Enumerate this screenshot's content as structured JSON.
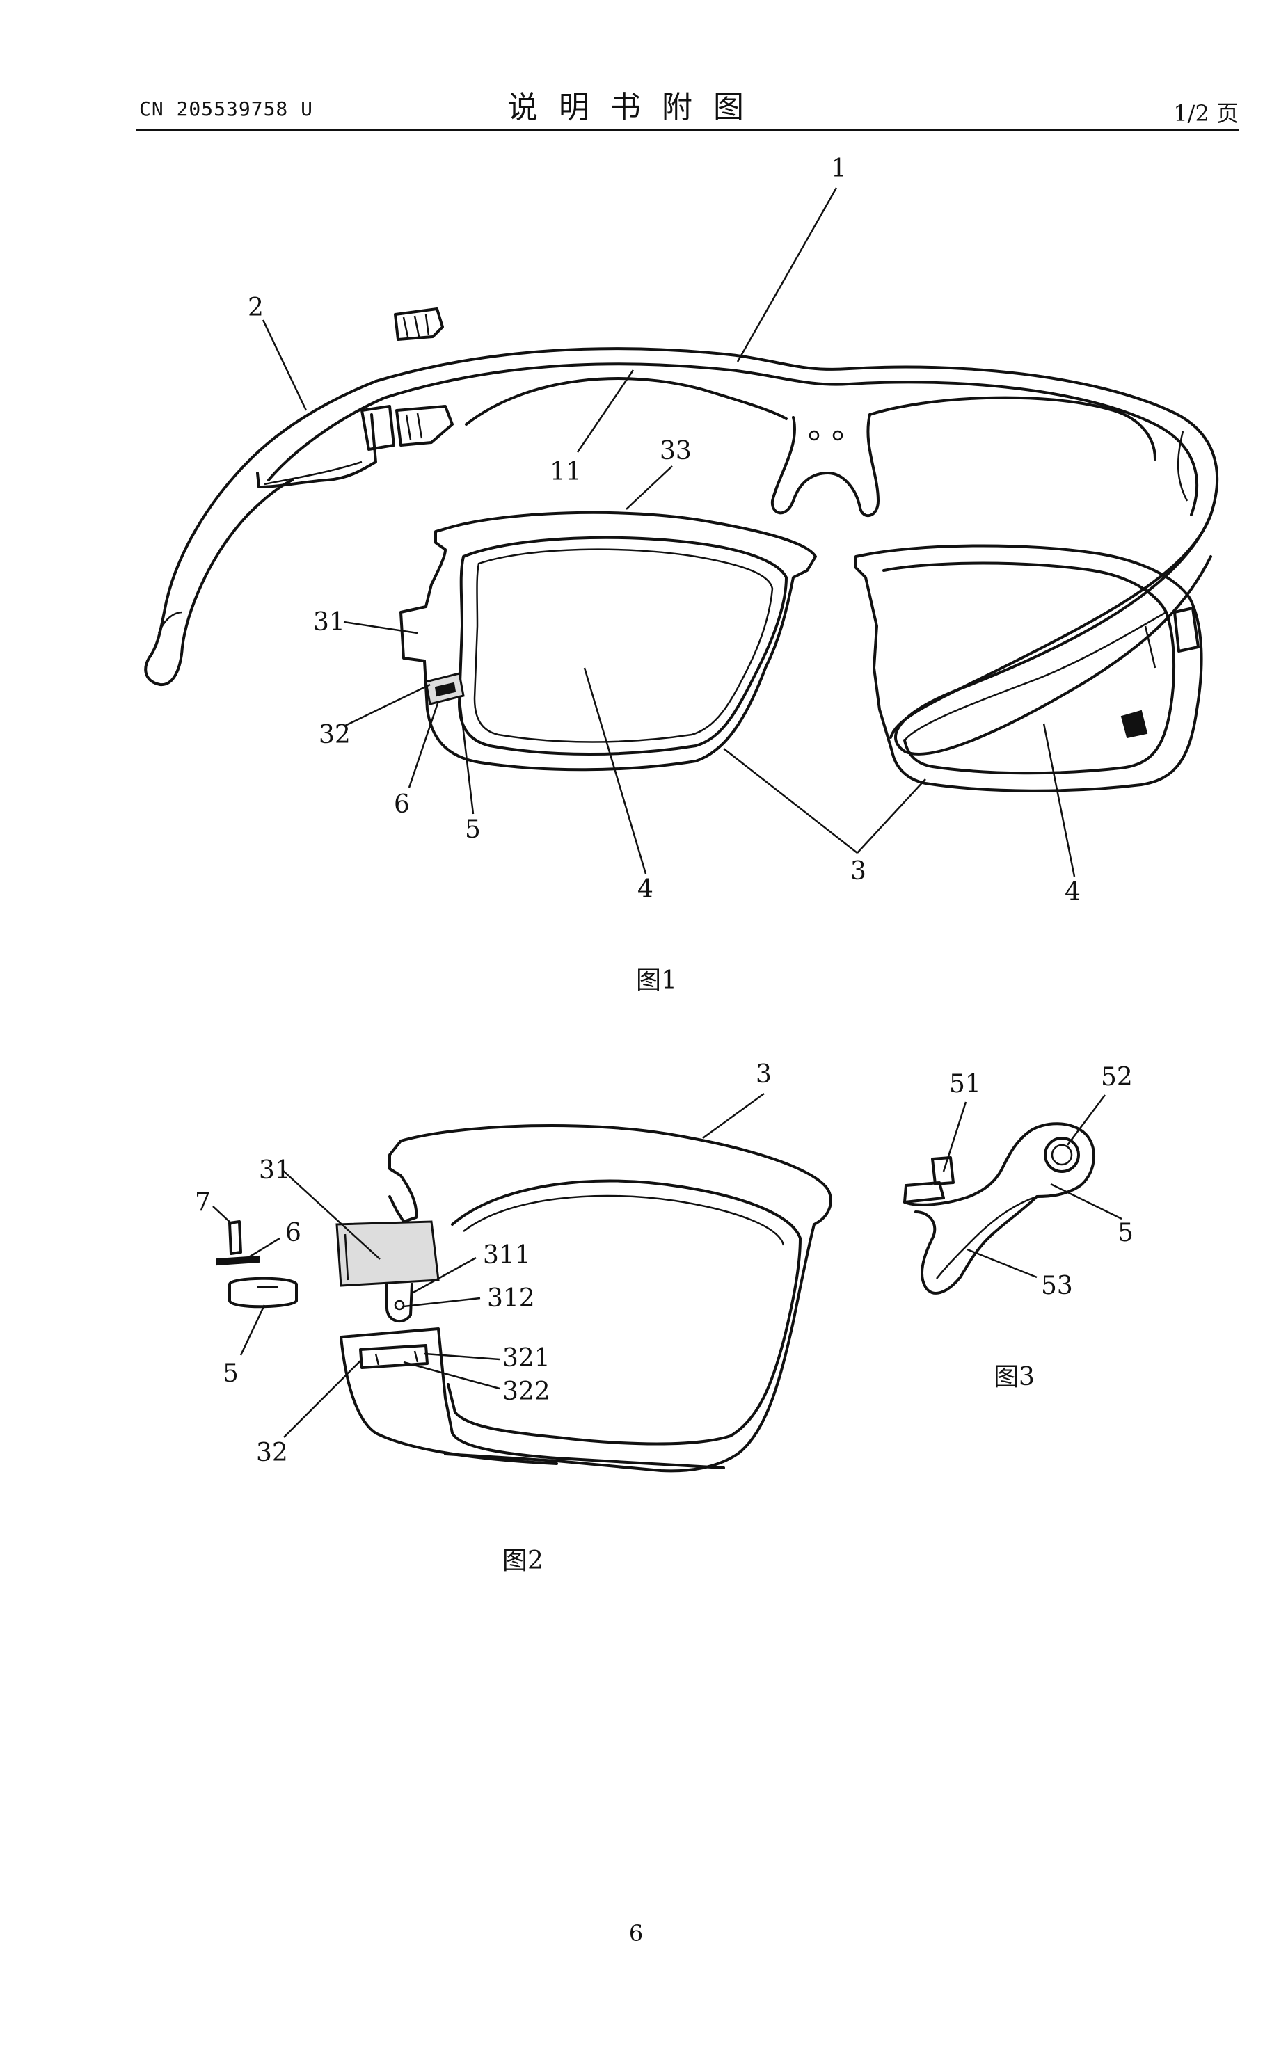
{
  "header": {
    "left": "CN 205539758 U",
    "center": "说明书附图",
    "right": "1/2 页"
  },
  "figures": {
    "fig1": {
      "caption": "图1",
      "labels": {
        "l1": "1",
        "l2": "2",
        "l11": "11",
        "l33": "33",
        "l31": "31",
        "l32": "32",
        "l6": "6",
        "l5": "5",
        "l4a": "4",
        "l3": "3",
        "l4b": "4"
      }
    },
    "fig2": {
      "caption": "图2",
      "labels": {
        "l3": "3",
        "l31": "31",
        "l7": "7",
        "l6": "6",
        "l311": "311",
        "l312": "312",
        "l5": "5",
        "l321": "321",
        "l322": "322",
        "l32": "32"
      }
    },
    "fig3": {
      "caption": "图3",
      "labels": {
        "l51": "51",
        "l52": "52",
        "l5": "5",
        "l53": "53"
      }
    }
  },
  "page_number": "6"
}
